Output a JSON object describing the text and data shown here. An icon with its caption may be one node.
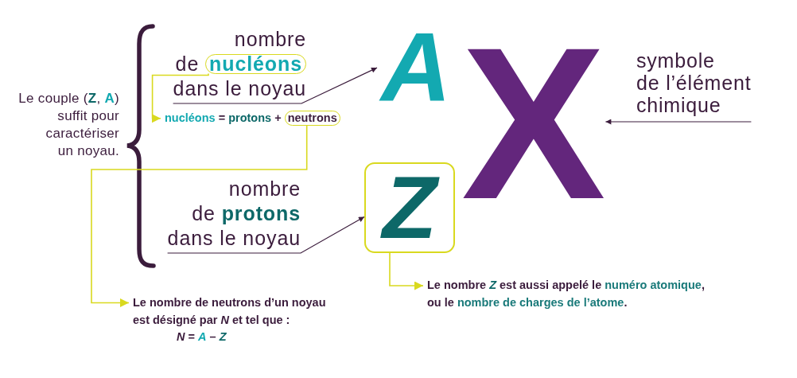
{
  "diagram": {
    "nodes": [
      {
        "text": [
          "nombre de **nucléons** dans le noyau"
        ]
      },
      {
        "text": [
          "A"
        ]
      },
      {
        "text": [
          "X"
        ]
      },
      {
        "text": [
          "symbole de l’élément chimique"
        ]
      },
      {
        "text": [
          "Le couple (**Z**, **A**) suffit pour caractériser un noyau."
        ]
      },
      {
        "text": [
          "nucléons = protons + neutrons"
        ]
      },
      {
        "text": [
          "nombre de **protons** dans le noyau"
        ]
      },
      {
        "text": [
          "Z"
        ]
      },
      {
        "text": [
          "Le nombre de neutrons d’un noyau est désigné par *N* et tel que :",
          "*N* = *A* – *Z*"
        ]
      },
      {
        "text": [
          "Le nombre *Z* est aussi appelé le numéro atomique, ou le nombre de charges de l’atome."
        ]
      }
    ],
    "edges": [
      {
        "from": 0,
        "to": 1,
        "arrow": "to"
      },
      {
        "from": 3,
        "to": 2,
        "arrow": "to"
      },
      {
        "from": 0,
        "to": 5,
        "arrow": "to",
        "color": "#d9d91f"
      },
      {
        "from": 6,
        "to": 7,
        "arrow": "to"
      },
      {
        "from": 5,
        "to": 8,
        "arrow": "to",
        "color": "#d9d91f"
      },
      {
        "from": 7,
        "to": 9,
        "arrow": "to",
        "color": "#d9d91f"
      }
    ]
  }
}
